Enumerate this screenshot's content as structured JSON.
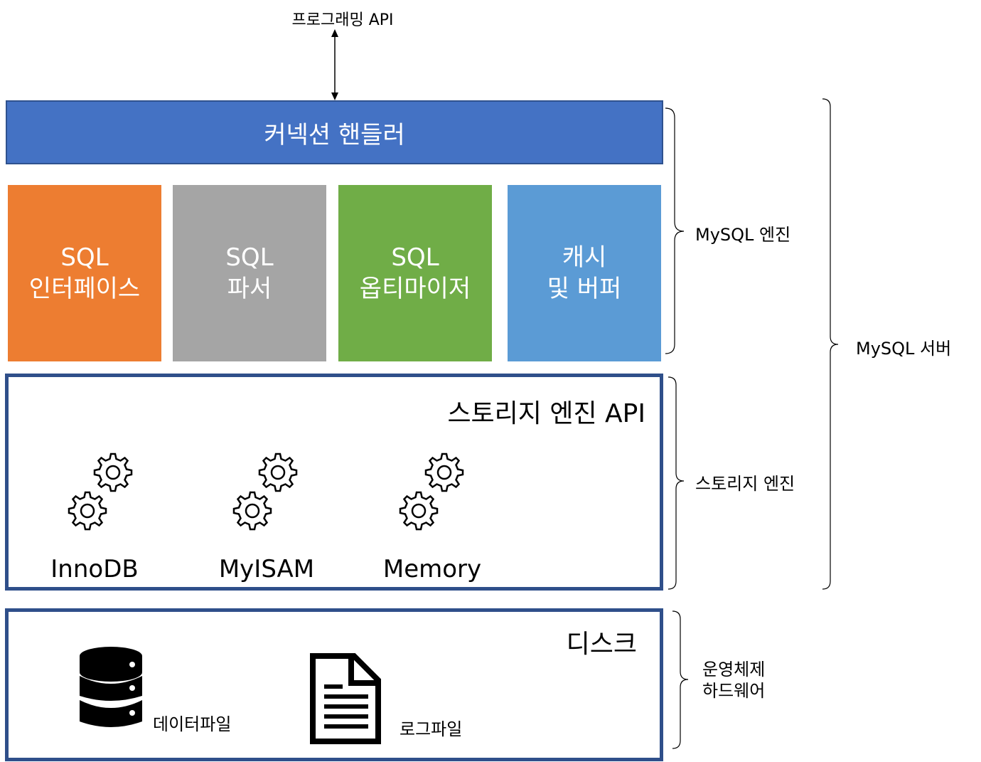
{
  "api_label": "프로그래밍 API",
  "connection_handler": "커넥션 핸들러",
  "modules": [
    {
      "line1": "SQL",
      "line2": "인터페이스",
      "color": "#ed7d31"
    },
    {
      "line1": "SQL",
      "line2": "파서",
      "color": "#a5a5a5"
    },
    {
      "line1": "SQL",
      "line2": "옵티마이저",
      "color": "#70ad47"
    },
    {
      "line1": "캐시",
      "line2": "및 버퍼",
      "color": "#5b9bd5"
    }
  ],
  "storage_engine": {
    "title": "스토리지 엔진 API",
    "engines": [
      "InnoDB",
      "MyISAM",
      "Memory"
    ]
  },
  "disk": {
    "title": "디스크",
    "data_file": "데이터파일",
    "log_file": "로그파일"
  },
  "brackets": {
    "mysql_engine": "MySQL 엔진",
    "storage_engine": "스토리지 엔진",
    "os_line1": "운영체제",
    "os_line2": "하드웨어",
    "mysql_server": "MySQL 서버"
  },
  "colors": {
    "handler": "#4472c4",
    "panel_border": "#2f4f8a"
  },
  "icons": [
    "gear-icon",
    "database-icon",
    "document-icon"
  ]
}
